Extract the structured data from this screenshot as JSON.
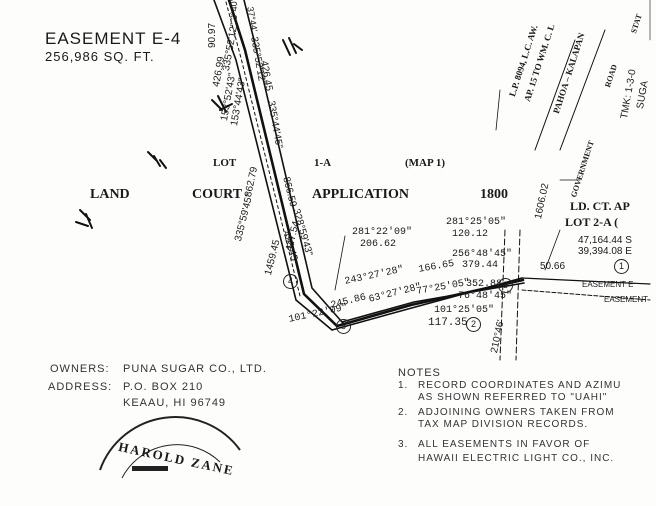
{
  "easement_title": {
    "name": "EASEMENT E-4",
    "area": "256,986 SQ. FT."
  },
  "lot": {
    "lot_label": "LOT",
    "lot_id": "1-A",
    "map_ref": "(MAP 1)"
  },
  "application": {
    "words": [
      "LAND",
      "COURT",
      "APPLICATION",
      "1800"
    ]
  },
  "right_parcel": {
    "ld_ct": "LD. CT. AP",
    "lot": "LOT 2-A (",
    "area1": "47,164.44 S",
    "area2": "39,394.08 E"
  },
  "road": {
    "lp": "L.P. 8094, L.C. AW.",
    "ap": "AP. 15 TO WM. C. L",
    "pahoa": "PAHOA – KALAPAN",
    "road": "ROAD",
    "state": "STAT",
    "government": "GOVERNMENT",
    "tmk": "TMK: 1-3-0",
    "sugar": "SUGA"
  },
  "courses": {
    "c1": "335°52'12\"",
    "c2": "426.45",
    "c3": "335°44'45\"",
    "c4": "426.99",
    "c5": "335°52'12\"",
    "c6": "153°52'43\"",
    "c7": "153°44'43\"",
    "c8": "862.79",
    "c9": "866.59",
    "c10": "447.54",
    "c11": "335°59'45\"",
    "c12": "1459.45",
    "c13": "328°59'43\"",
    "c14": "423.45",
    "c15": "281°22'09\"",
    "c16": "206.62",
    "c17": "281°25'05\"",
    "c18": "120.12",
    "c19": "256°48'45\"",
    "c20": "379.44",
    "c21": "243°27'28\"",
    "c22": "166.65",
    "c23": "77°25'05\"",
    "c24": "352.88",
    "c25": "76°48'45\"",
    "c26": "101°25'05\"",
    "c27": "117.35",
    "c28": "245.86",
    "c29": "63°27'28\"",
    "c30": "101°22'09\"",
    "c31": "210°46'",
    "c32": "50.66",
    "c33": "1606.02",
    "c34": "3°40'",
    "c35": "37°44'",
    "c36": "90.97"
  },
  "callouts": [
    "1",
    "2",
    "3",
    "4",
    "5"
  ],
  "easement_labels": {
    "e1": "EASEMENT E",
    "e2": "EASEMENT"
  },
  "owners": {
    "owners_label": "OWNERS:",
    "owners_value": "PUNA SUGAR CO., LTD.",
    "address_label": "ADDRESS:",
    "address_1": "P.O. BOX 210",
    "address_2": "KEAAU, HI 96749"
  },
  "notes": {
    "title": "NOTES",
    "items": [
      {
        "n": "1.",
        "lines": [
          "RECORD COORDINATES AND AZIMU",
          "AS SHOWN REFERRED TO \"UAHI\""
        ]
      },
      {
        "n": "2.",
        "lines": [
          "ADJOINING OWNERS TAKEN FROM",
          "TAX MAP DIVISION RECORDS."
        ]
      },
      {
        "n": "3.",
        "lines": [
          "ALL EASEMENTS IN FAVOR OF",
          "HAWAII ELECTRIC LIGHT CO., INC."
        ]
      }
    ]
  },
  "stamp": {
    "name": "HAROLD ZANE"
  }
}
